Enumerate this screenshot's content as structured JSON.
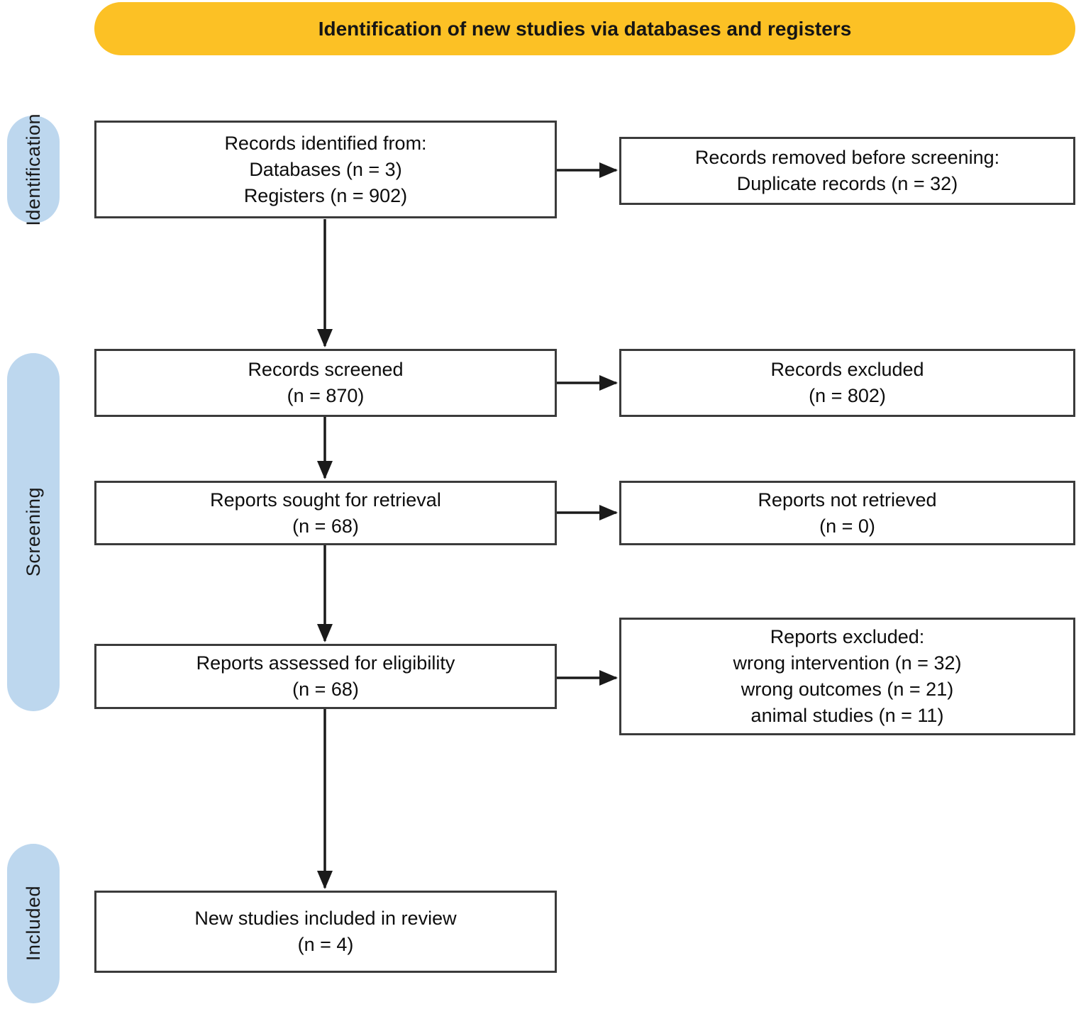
{
  "diagram": {
    "banner": {
      "title": "Identification of new studies via databases and registers"
    },
    "stages": [
      {
        "id": "identification",
        "label": "Identification"
      },
      {
        "id": "screening",
        "label": "Screening"
      },
      {
        "id": "included",
        "label": "Included"
      }
    ],
    "boxes": {
      "records_identified": {
        "lines": [
          "Records identified from:",
          "Databases (n = 3)",
          "Registers (n = 902)"
        ]
      },
      "records_removed": {
        "lines": [
          "Records removed before screening:",
          "Duplicate records (n = 32)"
        ]
      },
      "records_screened": {
        "lines": [
          "Records screened",
          "(n = 870)"
        ]
      },
      "records_excluded": {
        "lines": [
          "Records excluded",
          "(n = 802)"
        ]
      },
      "reports_sought": {
        "lines": [
          "Reports sought for retrieval",
          "(n = 68)"
        ]
      },
      "reports_not_retrieved": {
        "lines": [
          "Reports not retrieved",
          "(n = 0)"
        ]
      },
      "reports_assessed": {
        "lines": [
          "Reports assessed for eligibility",
          "(n = 68)"
        ]
      },
      "reports_excluded": {
        "lines": [
          "Reports excluded:",
          "wrong intervention (n = 32)",
          "wrong outcomes (n = 21)",
          "animal studies (n = 11)"
        ]
      },
      "new_studies_included": {
        "lines": [
          "New studies included in review",
          "(n = 4)"
        ]
      }
    },
    "colors": {
      "banner_bg": "#FCC125",
      "stage_pill_bg": "#BDD7EE",
      "box_border": "#3B3B3B",
      "arrow": "#1A1A1A"
    }
  }
}
